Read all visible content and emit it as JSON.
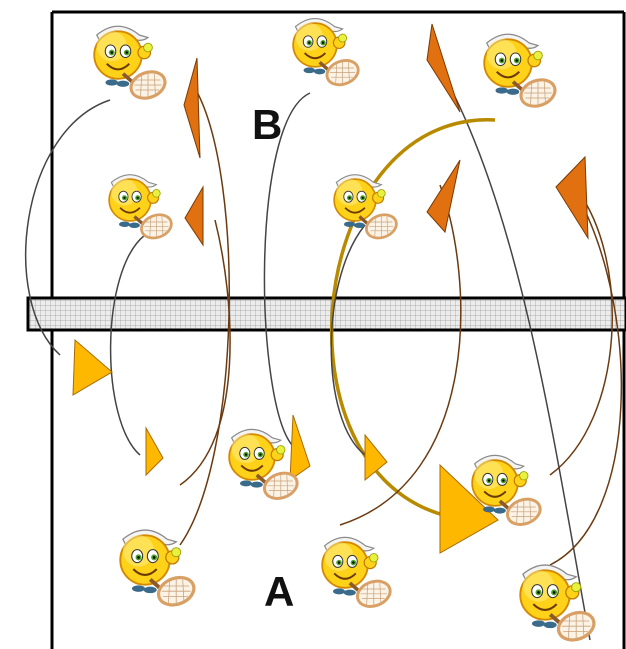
{
  "labels": {
    "team_b": "B",
    "team_a": "A"
  },
  "colors": {
    "court_line": "#000000",
    "net_fill": "#e8e8e8",
    "net_mesh": "#9a9a9a",
    "arrow_orange": "#e07010",
    "arrow_yellow": "#ffb800",
    "arrow_gold_stroke": "#b88a00",
    "path_dark": "#333333",
    "path_brown": "#6b3a10",
    "smiley_face": "#ffd21a",
    "racket_frame": "#d9a066"
  },
  "players": {
    "team_b": [
      {
        "id": "b1",
        "icon": "smiley-tennis-player-icon"
      },
      {
        "id": "b2",
        "icon": "smiley-tennis-player-icon"
      },
      {
        "id": "b3",
        "icon": "smiley-tennis-player-icon"
      },
      {
        "id": "b4",
        "icon": "smiley-tennis-player-icon"
      },
      {
        "id": "b5",
        "icon": "smiley-tennis-player-icon"
      }
    ],
    "team_a": [
      {
        "id": "a1",
        "icon": "smiley-tennis-player-icon"
      },
      {
        "id": "a2",
        "icon": "smiley-tennis-player-icon"
      },
      {
        "id": "a3",
        "icon": "smiley-tennis-player-icon"
      },
      {
        "id": "a4",
        "icon": "smiley-tennis-player-icon"
      },
      {
        "id": "a5",
        "icon": "smiley-tennis-player-icon"
      }
    ]
  }
}
